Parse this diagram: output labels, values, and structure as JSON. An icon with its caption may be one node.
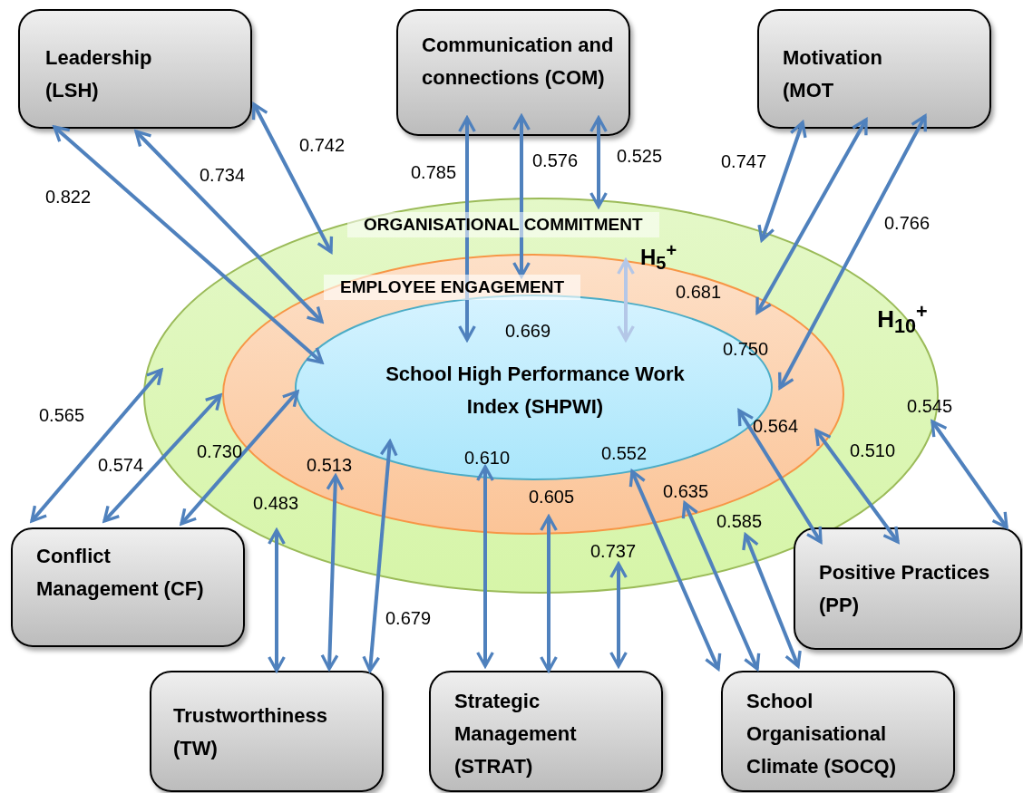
{
  "diagram": {
    "nodes": [
      {
        "text": [
          "Leadership (LSH)"
        ]
      },
      {
        "text": [
          "Communication and connections (COM)"
        ]
      },
      {
        "text": [
          "Motivation (MOT"
        ]
      },
      {
        "text": [
          "ORGANISATIONAL COMMITMENT"
        ]
      },
      {
        "text": [
          "EMPLOYEE ENGAGEMENT"
        ],
        "in": 3
      },
      {
        "text": [
          "School High Performance Work Index (SHPWI)"
        ],
        "in": 4
      },
      {
        "text": [
          "Conflict Management (CF)"
        ]
      },
      {
        "text": [
          "Positive Practices (PP)"
        ]
      },
      {
        "text": [
          "Trustworthiness (TW)"
        ]
      },
      {
        "text": [
          "Strategic Management (STRAT)"
        ]
      },
      {
        "text": [
          "School Organisational Climate (SOCQ)"
        ]
      }
    ],
    "edges": [
      {
        "from": 0,
        "to": 5,
        "arrow": "both",
        "label": "0.822"
      },
      {
        "from": 0,
        "to": 4,
        "arrow": "both",
        "label": "0.734"
      },
      {
        "from": 0,
        "to": 3,
        "arrow": "both",
        "label": "0.742"
      },
      {
        "from": 1,
        "to": 5,
        "arrow": "both",
        "label": "0.785"
      },
      {
        "from": 1,
        "to": 4,
        "arrow": "both",
        "label": "0.576"
      },
      {
        "from": 1,
        "to": 3,
        "arrow": "both",
        "label": "0.525"
      },
      {
        "from": 2,
        "to": 3,
        "arrow": "both",
        "label": "0.747"
      },
      {
        "from": 2,
        "to": 4,
        "arrow": "both",
        "label": "0.681"
      },
      {
        "from": 2,
        "to": 5,
        "arrow": "both",
        "label": "0.766"
      },
      {
        "from": 4,
        "to": 5,
        "arrow": "both",
        "label": "H$_{5}$$^{+}$",
        "color": "#b4c7e7"
      },
      {
        "from": 3,
        "to": 6,
        "arrow": "both",
        "label": "0.565"
      },
      {
        "from": 4,
        "to": 6,
        "arrow": "both",
        "label": "0.574"
      },
      {
        "from": 5,
        "to": 6,
        "arrow": "both",
        "label": "0.730"
      },
      {
        "from": 3,
        "to": 8,
        "arrow": "both",
        "label": "0.483"
      },
      {
        "from": 4,
        "to": 8,
        "arrow": "both",
        "label": "0.513"
      },
      {
        "from": 5,
        "to": 8,
        "arrow": "both",
        "label": "0.679"
      },
      {
        "from": 5,
        "to": 9,
        "arrow": "both",
        "label": "0.610"
      },
      {
        "from": 4,
        "to": 9,
        "arrow": "both",
        "label": "0.605"
      },
      {
        "from": 3,
        "to": 9,
        "arrow": "both",
        "label": "0.737"
      },
      {
        "from": 5,
        "to": 10,
        "arrow": "both",
        "label": "0.552"
      },
      {
        "from": 4,
        "to": 10,
        "arrow": "both",
        "label": "0.635"
      },
      {
        "from": 3,
        "to": 10,
        "arrow": "both",
        "label": "0.585"
      },
      {
        "from": 5,
        "to": 7,
        "arrow": "both",
        "label": "0.564"
      },
      {
        "from": 4,
        "to": 7,
        "arrow": "both",
        "label": "0.510"
      },
      {
        "from": 3,
        "to": 7,
        "arrow": "both",
        "label": "0.545"
      }
    ],
    "labels": [
      "0.669",
      "0.750",
      "H$_{10}$$^{+}$"
    ]
  }
}
